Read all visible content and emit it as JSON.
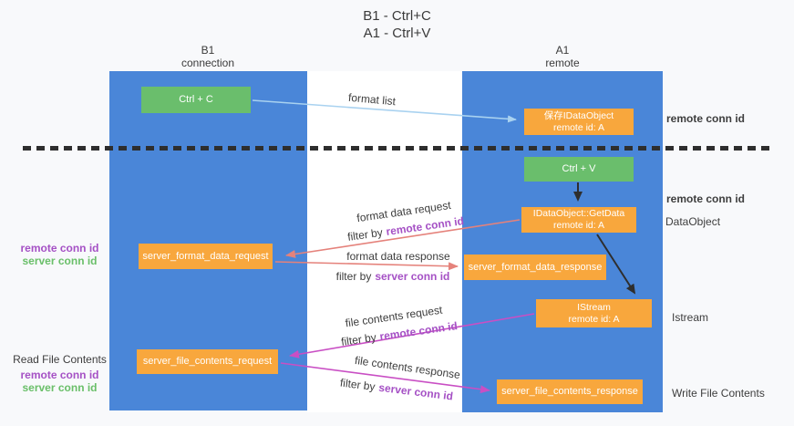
{
  "title": {
    "line1": "B1 - Ctrl+C",
    "line2": "A1 - Ctrl+V"
  },
  "lanes": {
    "left": {
      "name": "B1",
      "role": "connection"
    },
    "right": {
      "name": "A1",
      "role": "remote"
    }
  },
  "nodes": {
    "ctrl_c": "Ctrl + C",
    "save_dataobject": {
      "line1": "保存IDataObject",
      "line2": "remote id: A"
    },
    "ctrl_v": "Ctrl + V",
    "getdata": {
      "line1": "IDataObject::GetData",
      "line2": "remote id: A"
    },
    "format_request": "server_format_data_request",
    "format_response": "server_format_data_response",
    "istream": {
      "line1": "IStream",
      "line2": "remote id: A"
    },
    "file_request": "server_file_contents_request",
    "file_response": "server_file_contents_response"
  },
  "flow_labels": {
    "format_list": "format list",
    "format_data_request": "format data request",
    "format_request_filter": {
      "prefix": "filter by",
      "highlight": "remote conn id"
    },
    "format_data_response": "format data response",
    "format_response_filter": {
      "prefix": "filter by",
      "highlight": "server conn id"
    },
    "file_contents_request": "file contents request",
    "file_request_filter": {
      "prefix": "filter by",
      "highlight": "remote conn id"
    },
    "file_contents_response": "file contents response",
    "file_response_filter": {
      "prefix": "filter by",
      "highlight": "server conn id"
    }
  },
  "side_labels": {
    "remote_conn_id_top": "remote conn id",
    "remote_conn_id_mid": "remote conn id",
    "dataobject": "DataObject",
    "istream": "Istream",
    "write_file_contents": "Write File Contents",
    "left_block1": {
      "remote": "remote conn id",
      "server": "server conn id"
    },
    "left_block2": {
      "title": "Read File Contents",
      "remote": "remote conn id",
      "server": "server conn id"
    }
  },
  "colors": {
    "lane_blue": "#4a86d8",
    "action_green": "#6abe6c",
    "message_orange": "#f8a73d",
    "remote_conn_purple": "#a551c5",
    "server_conn_green": "#6abf69",
    "format_arrow_salmon": "#e5827b",
    "file_arrow_magenta": "#c94fc4",
    "format_list_arrow_blue": "#a9d2f0",
    "black_arrow": "#2e2e2e"
  }
}
